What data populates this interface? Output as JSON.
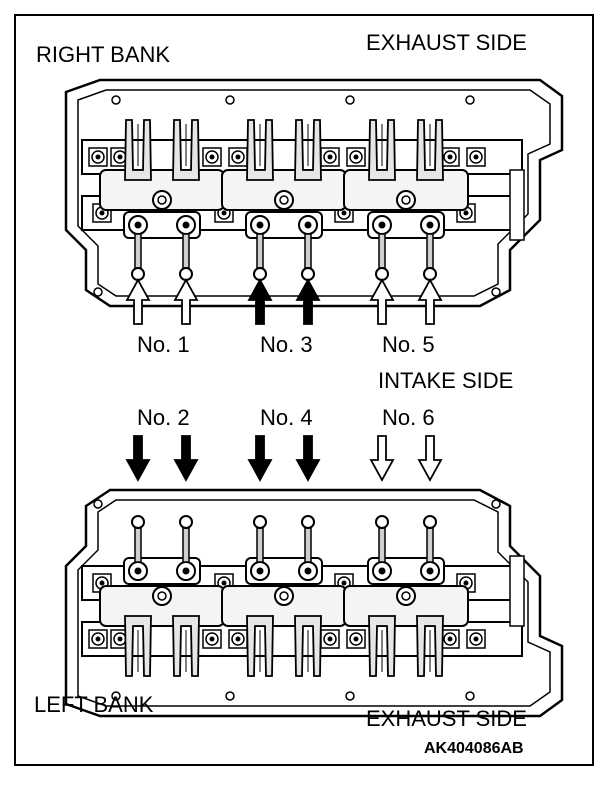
{
  "labels": {
    "right_bank": "RIGHT BANK",
    "exhaust_top": "EXHAUST SIDE",
    "intake": "INTAKE SIDE",
    "left_bank": "LEFT BANK",
    "exhaust_bottom": "EXHAUST SIDE",
    "code": "AK404086AB"
  },
  "cylinders_top": [
    {
      "label": "No. 1",
      "filled": false
    },
    {
      "label": "No. 3",
      "filled": true
    },
    {
      "label": "No. 5",
      "filled": false
    }
  ],
  "cylinders_bottom": [
    {
      "label": "No. 2",
      "filled": true
    },
    {
      "label": "No. 4",
      "filled": true
    },
    {
      "label": "No. 6",
      "filled": false
    }
  ],
  "colors": {
    "ink": "#000000",
    "paper": "#ffffff",
    "shade": "#cfcfcf"
  }
}
